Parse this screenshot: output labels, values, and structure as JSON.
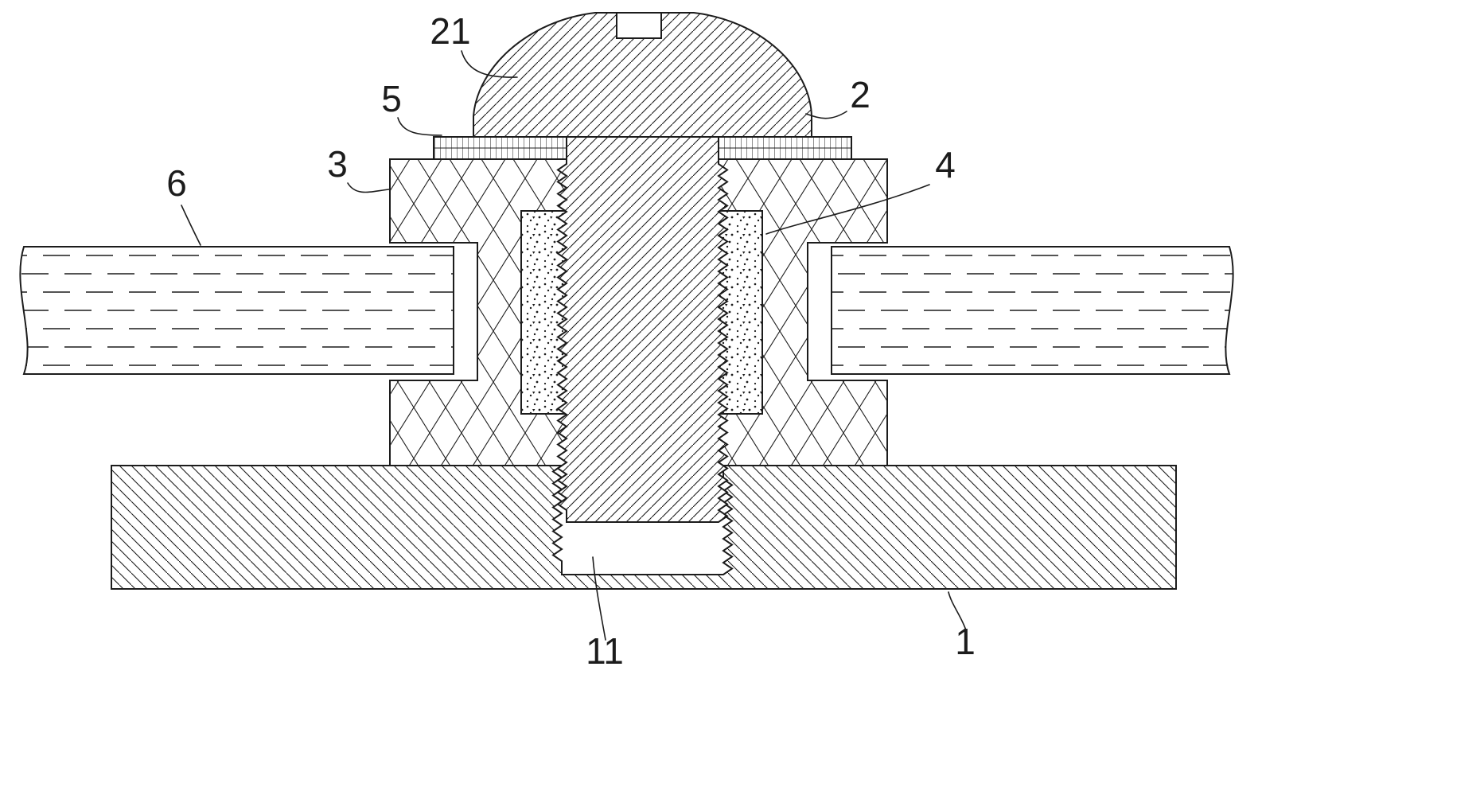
{
  "figure": {
    "background": "#ffffff",
    "line_color": "#1c1c1c",
    "labels": {
      "l21": "21",
      "l5": "5",
      "l3": "3",
      "l6": "6",
      "l2": "2",
      "l4": "4",
      "l1": "1",
      "l11": "11"
    }
  }
}
